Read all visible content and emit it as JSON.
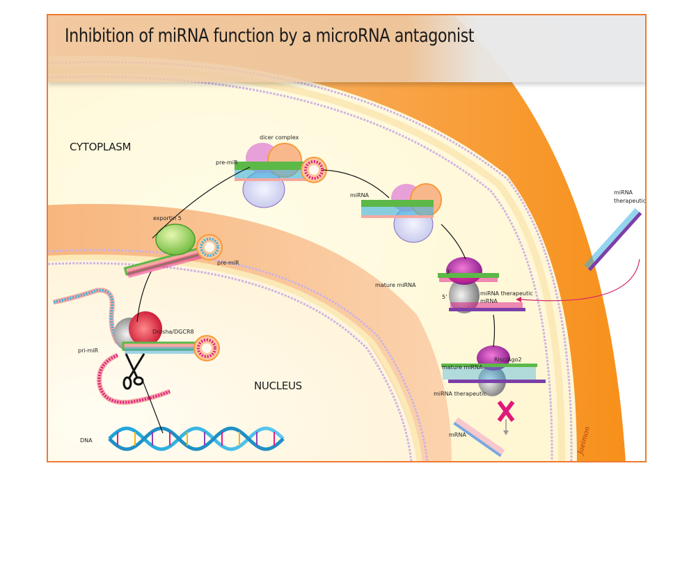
{
  "title": "Inhibition of miRNA function by a microRNA antagonist",
  "regions": {
    "cytoplasm": "CYTOPLASM",
    "nucleus": "NUCLEUS"
  },
  "labels": {
    "dicer_complex": "dicer complex",
    "pre_mir_top": "pre-miR",
    "mirna": "miRNA",
    "exportin": "exportin 5",
    "pre_mir_export": "pre-miR",
    "drosha": "Drosha/DGCR8",
    "pri_mir": "pri-miR",
    "dna": "DNA",
    "mirna_therapeutic_outside_1": "miRNA",
    "mirna_therapeutic_outside_2": "therapeutic",
    "three_prime": "3'",
    "five_prime": "5'",
    "mature_mirna_1": "mature miRNA",
    "mirna_therapeutic_mrna_1": "miRNA therapeutic",
    "mirna_therapeutic_mrna_2": "mRNA",
    "risc": "Risc/Ago2",
    "mature_mirna_2": "mature miRNA",
    "mirna_therapeutic_bound": "miRNA therapeutic",
    "mrna": "mRNA",
    "signature": "Jaeimon"
  },
  "colors": {
    "frame_border": "#ee7a2f",
    "cell_orange": "#f7941d",
    "nucleus_peach": "#f9c293",
    "cytoplasm_cream": "#fffbe3",
    "membrane_lilac": "#c9a9e0",
    "rna_green": "#5cb847",
    "inhibit_x": "#e0187a",
    "therapeutic_purple": "#7b3fa8",
    "arrow_magenta": "#d6246e"
  }
}
